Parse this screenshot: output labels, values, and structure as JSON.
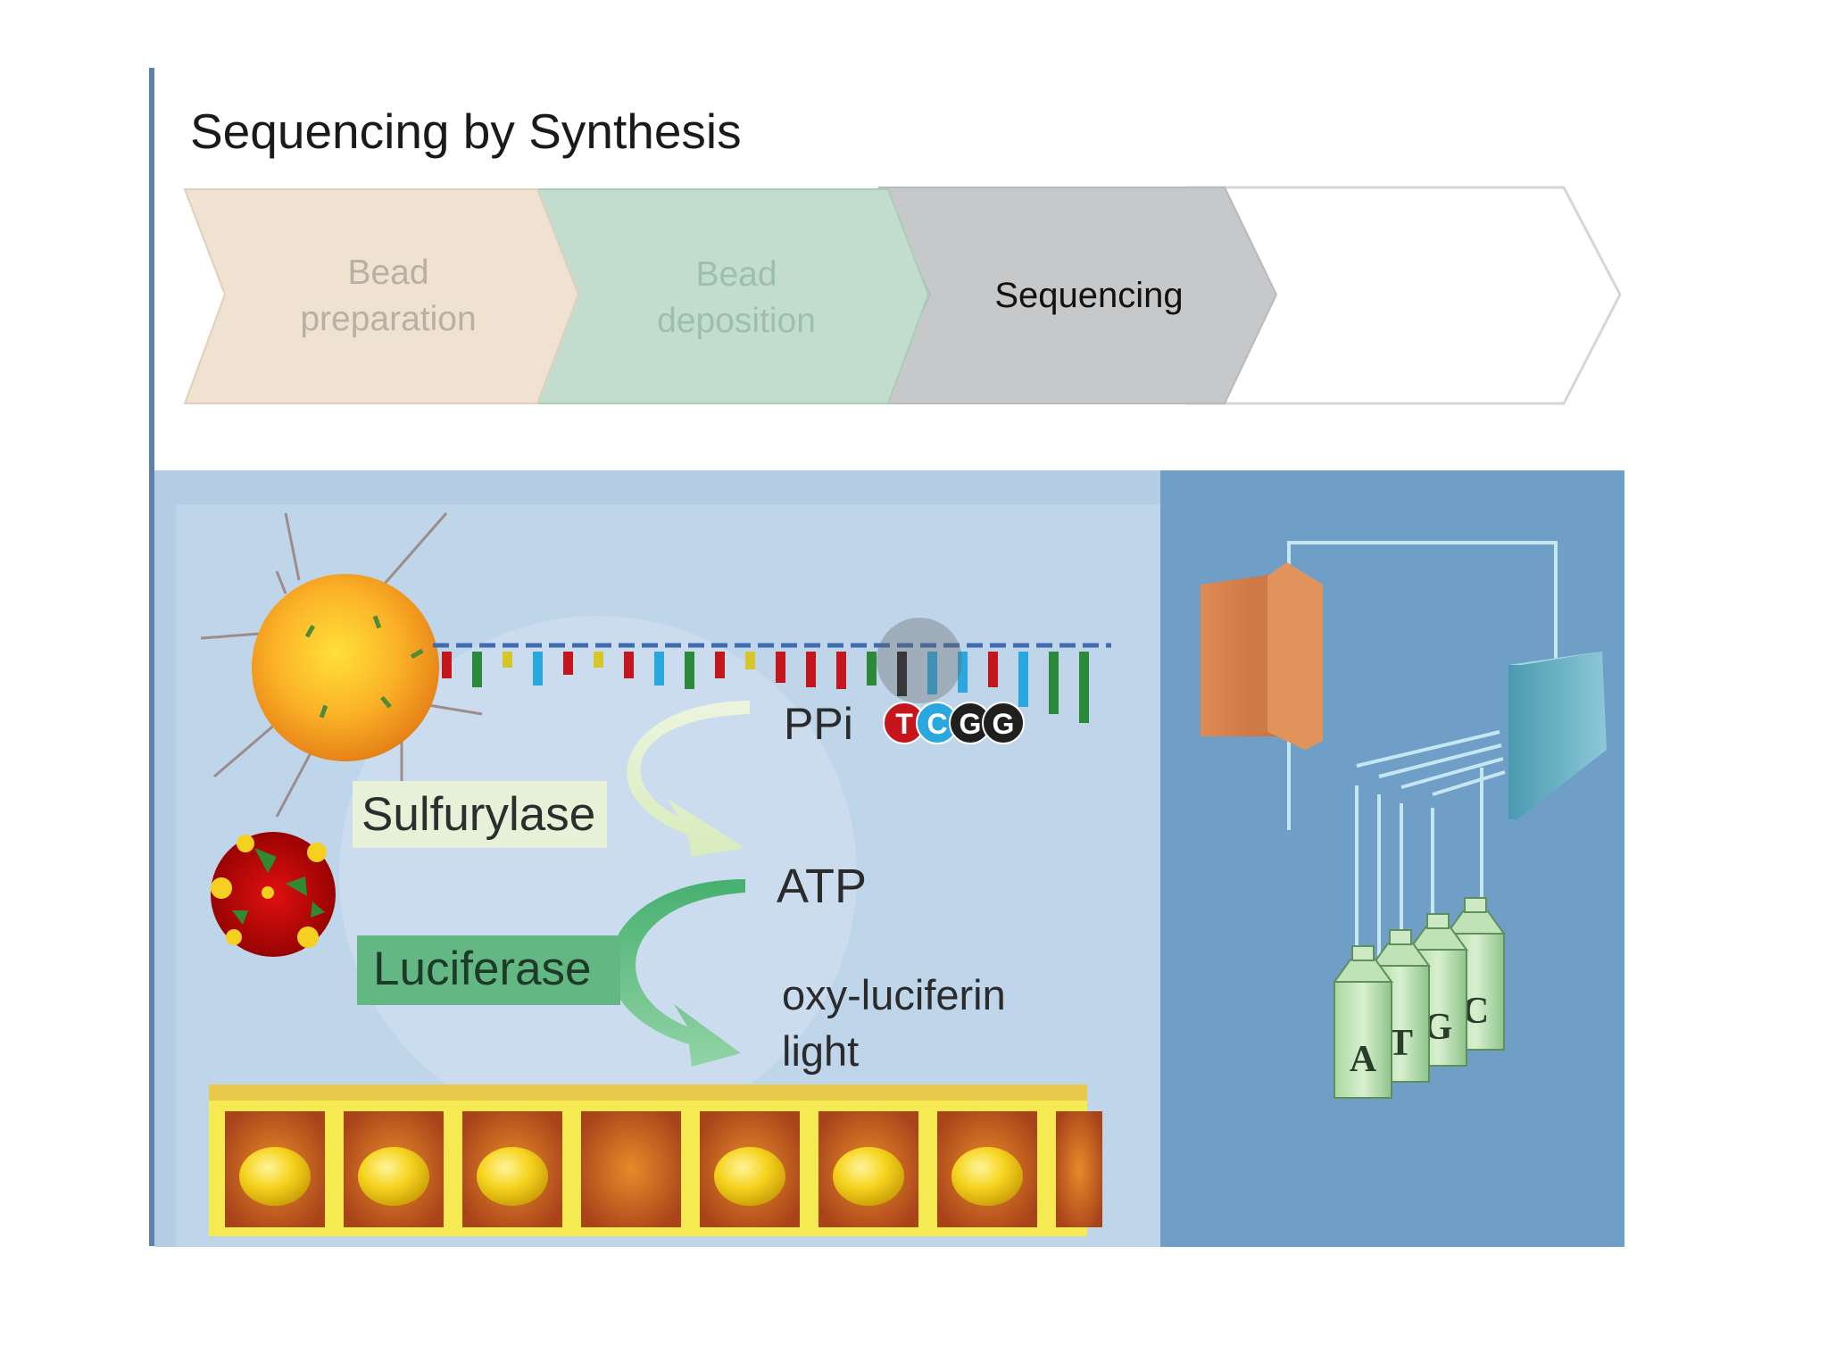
{
  "title": "Sequencing by Synthesis",
  "steps": [
    {
      "label": "Bead\npreparation",
      "state": "inactive",
      "color": "#ecdfcd"
    },
    {
      "label": "Bead\ndeposition",
      "state": "inactive",
      "color": "#bfdccb"
    },
    {
      "label": "Sequencing",
      "state": "active",
      "color": "#c8c9cb"
    },
    {
      "label": "",
      "state": "empty",
      "color": "#ffffff"
    }
  ],
  "diagram": {
    "ppi": "PPi",
    "atp": "ATP",
    "oxy": "oxy-luciferin",
    "light": "light",
    "sulfurylase": "Sulfurylase",
    "luciferase": "Luciferase",
    "bases": [
      "T",
      "C",
      "G",
      "G"
    ],
    "bottles": [
      "A",
      "T",
      "G",
      "C"
    ]
  },
  "colors": {
    "panel_light": "#b9d0e6",
    "panel_dark": "#6f9dc4",
    "base_T": "#c4161c",
    "base_C": "#2aa7de",
    "base_G": "#1f1f1f",
    "base_A": "#2a8a3a"
  }
}
